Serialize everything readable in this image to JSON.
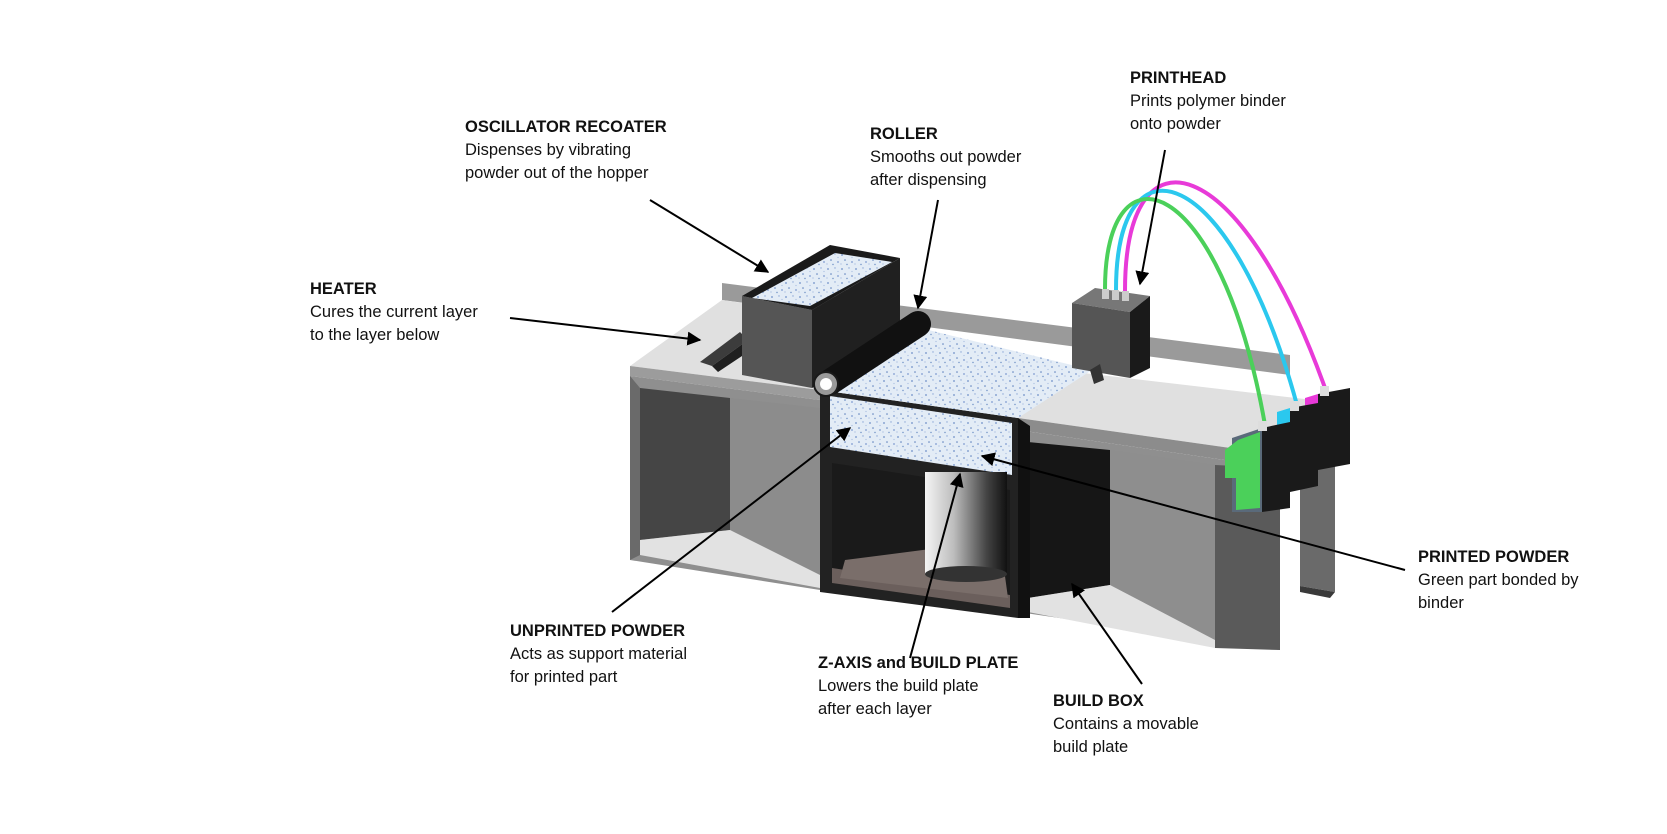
{
  "labels": {
    "oscillator": {
      "title": "OSCILLATOR RECOATER",
      "line1": "Dispenses by vibrating",
      "line2": "powder out of the hopper"
    },
    "roller": {
      "title": "ROLLER",
      "line1": "Smooths out powder",
      "line2": "after dispensing"
    },
    "printhead": {
      "title": "PRINTHEAD",
      "line1": "Prints polymer binder",
      "line2": "onto powder"
    },
    "heater": {
      "title": "HEATER",
      "line1": "Cures the current layer",
      "line2": "to the layer below"
    },
    "printed_powder": {
      "title": "PRINTED POWDER",
      "line1": "Green part bonded by",
      "line2": "binder"
    },
    "unprinted_powder": {
      "title": "UNPRINTED POWDER",
      "line1": "Acts as support material",
      "line2": "for printed part"
    },
    "zaxis": {
      "title": "Z-AXIS and BUILD PLATE",
      "line1": "Lowers the build plate",
      "line2": "after each layer"
    },
    "build_box": {
      "title": "BUILD BOX",
      "line1": "Contains a movable",
      "line2": "build plate"
    }
  },
  "colors": {
    "powder": "#e3ecf6",
    "binder_green": "#4bd05a",
    "binder_cyan": "#2bc8ee",
    "binder_magenta": "#e83ad8",
    "machine_dark": "#1a1a1a",
    "machine_mid": "#555555",
    "machine_light": "#e0e0e0"
  }
}
